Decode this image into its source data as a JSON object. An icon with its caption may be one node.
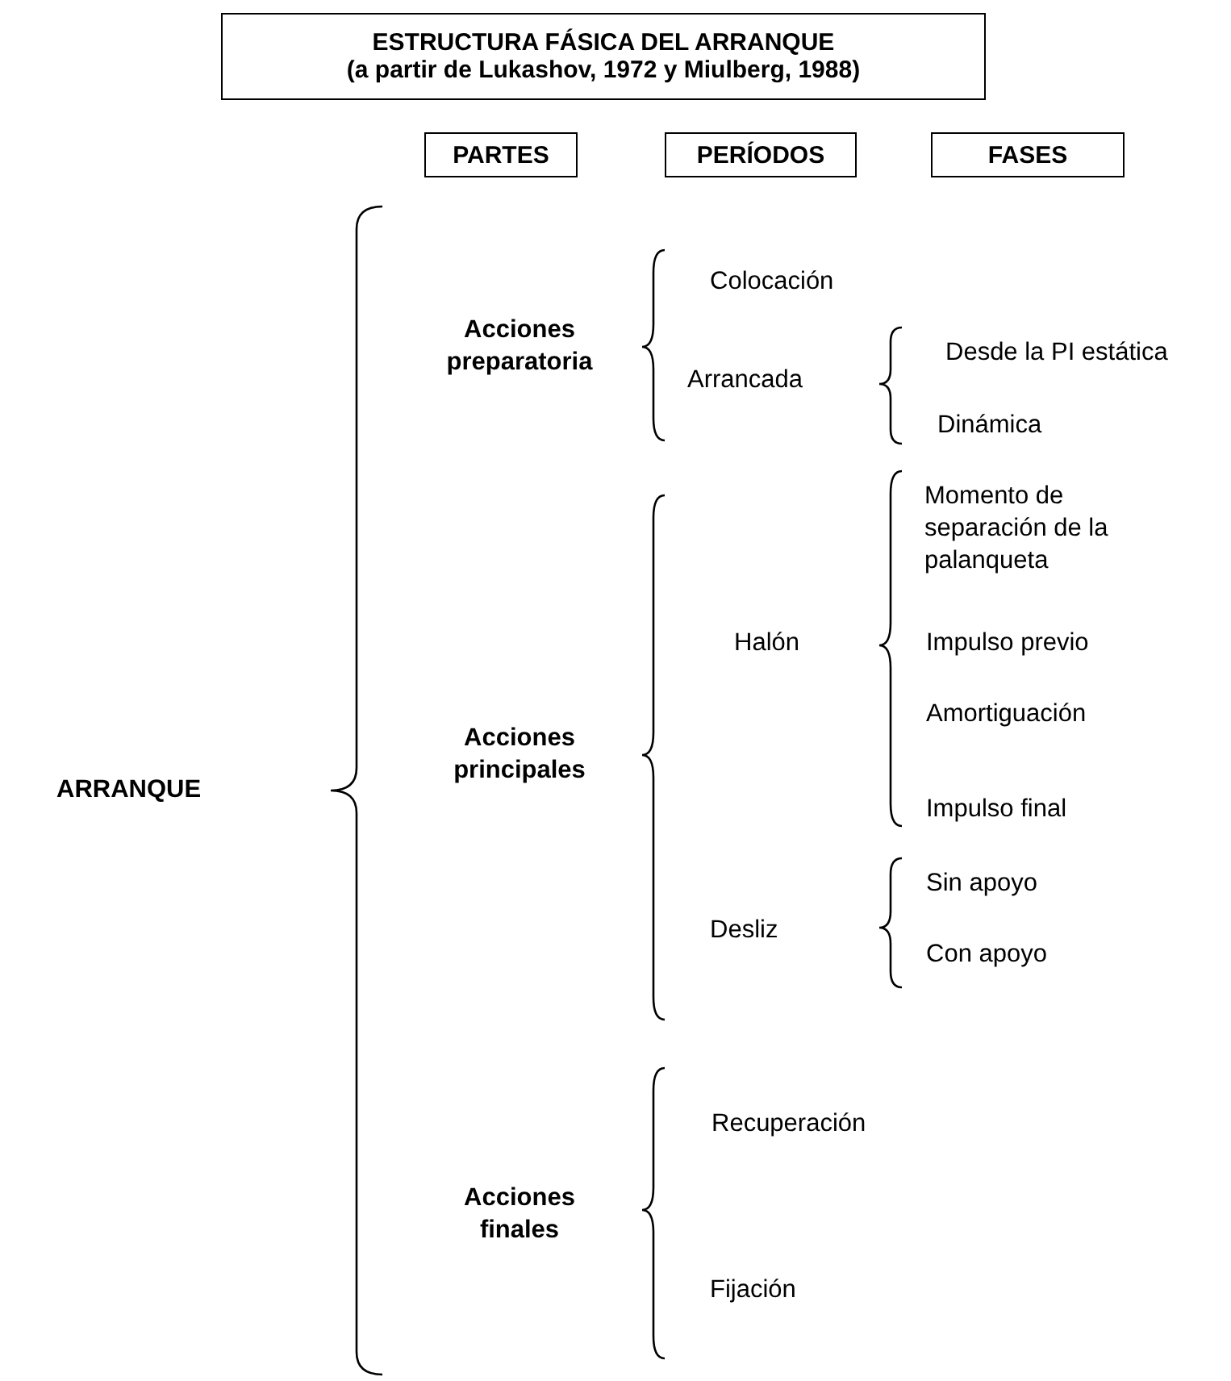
{
  "diagram": {
    "nodes": [
      {
        "text": [
          "ESTRUCTURA FÁSICA DEL ARRANQUE",
          "(a partir de Lukashov, 1972 y Miulberg, 1988)"
        ]
      },
      {
        "text": [
          "PARTES"
        ]
      },
      {
        "text": [
          "PERÍODOS"
        ]
      },
      {
        "text": [
          "FASES"
        ]
      }
    ],
    "labels": [
      "Colocación",
      "Acciones preparatoria",
      "Desde la PI estática",
      "Arrancada",
      "Dinámica",
      "Momento de separación de la palanqueta",
      "Halón",
      "Impulso previo",
      "Amortiguación",
      "Acciones principales",
      "ARRANQUE",
      "Impulso final",
      "Sin apoyo",
      "Desliz",
      "Con apoyo",
      "Recuperación",
      "Acciones finales",
      "Fijación"
    ]
  }
}
